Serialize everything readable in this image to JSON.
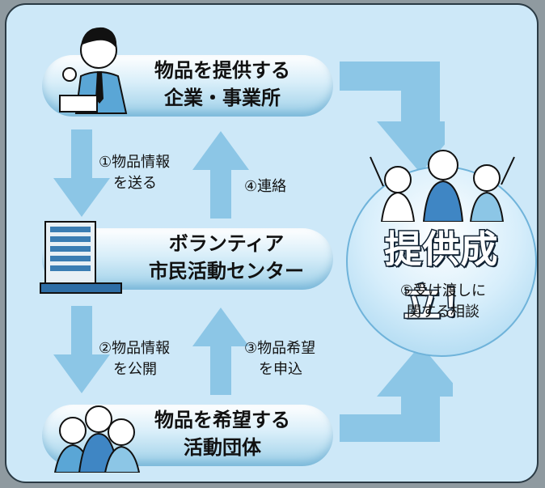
{
  "boxes": {
    "provider": {
      "line1": "物品を提供する",
      "line2": "企業・事業所"
    },
    "center": {
      "line1": "ボランティア",
      "line2": "市民活動センター"
    },
    "requester": {
      "line1": "物品を希望する",
      "line2": "活動団体"
    }
  },
  "steps": {
    "s1": {
      "line1": "①物品情報",
      "line2": "を送る"
    },
    "s2": {
      "line1": "②物品情報",
      "line2": "を公開"
    },
    "s3": {
      "line1": "③物品希望",
      "line2": "を申込"
    },
    "s4": {
      "line1": "④連絡"
    },
    "s5": {
      "line1": "⑤受け渡しに",
      "line2": "関する相談"
    }
  },
  "result": {
    "title": "提供成立！"
  },
  "colors": {
    "arrow": "#8cc6e6",
    "pill_top": "#ffffff",
    "pill_bottom": "#9ccfe8",
    "background": "#cde8f8"
  }
}
